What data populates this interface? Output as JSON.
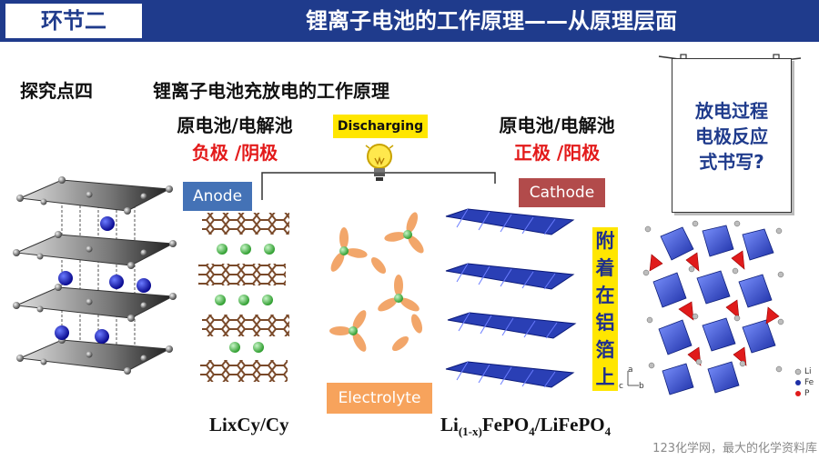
{
  "header": {
    "section": "环节二",
    "title": "锂离子电池的工作原理——从原理层面"
  },
  "subtitle": {
    "point": "探究点四",
    "topic": "锂离子电池充放电的工作原理"
  },
  "left": {
    "role": "原电池/电解池",
    "pole": "负极 /阴极",
    "formula": "LixCy/Cy"
  },
  "right": {
    "role": "原电池/电解池",
    "pole": "正极 /阳极",
    "formula_prefix": "Li",
    "formula_sub1": "(1-x)",
    "formula_mid": "FePO",
    "formula_sub2": "4",
    "formula_mid2": "/LiFePO",
    "formula_sub3": "4"
  },
  "diagram": {
    "discharging": "Discharging",
    "anode": "Anode",
    "cathode": "Cathode",
    "electrolyte": "Electrolyte",
    "axis_a": "a",
    "axis_b": "b",
    "axis_c": "c"
  },
  "vertical_note": [
    "附",
    "着",
    "在",
    "铝",
    "箔",
    "上"
  ],
  "hanging_note": {
    "line1": "放电过程",
    "line2": "电极反应",
    "line3": "式书写?"
  },
  "legend": {
    "li": "Li",
    "fe": "Fe",
    "p": "P"
  },
  "footer": "123化学网，最大的化学资料库",
  "colors": {
    "header": "#1f3b8c",
    "red": "#e31a1a",
    "yellow": "#ffe600",
    "anode": "#4472b6",
    "cathode": "#b24b4b",
    "electrolyte": "#f7a35c"
  }
}
